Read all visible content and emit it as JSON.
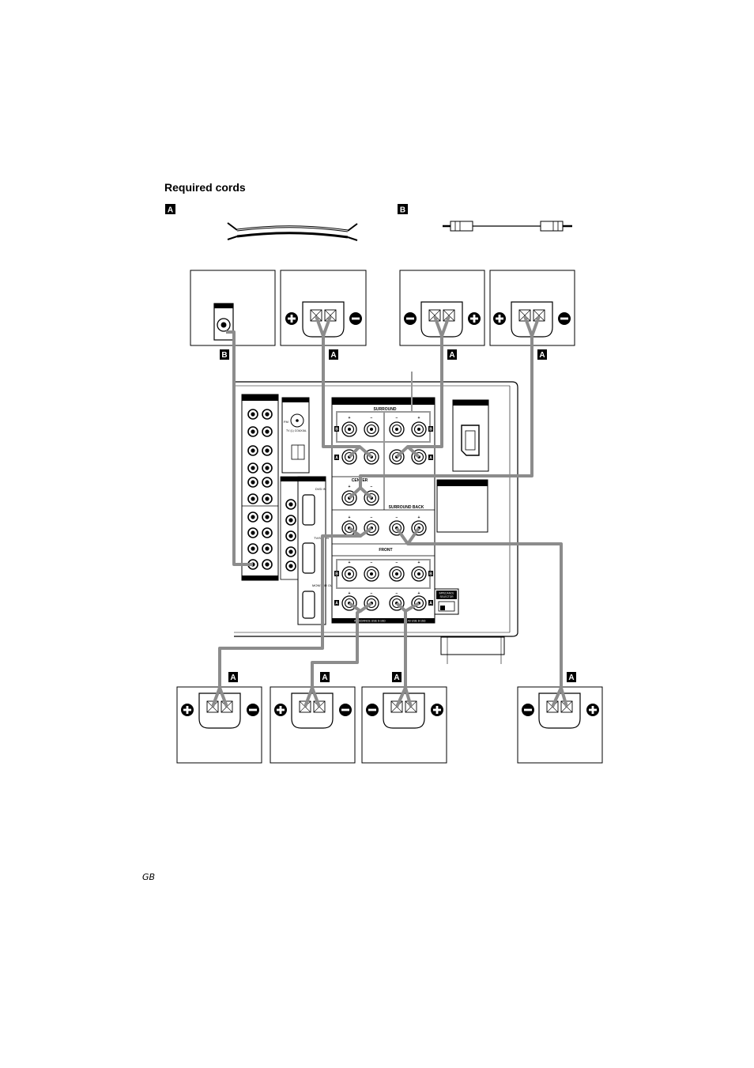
{
  "title": "Required cords",
  "footer": "GB",
  "cords": {
    "a_badge": "A",
    "b_badge": "B"
  },
  "badges": {
    "subwoofer": "B",
    "speaker": "A"
  },
  "receiver": {
    "surround": "SURROUND",
    "center": "CENTER",
    "surround_back": "SURROUND BACK",
    "front": "FRONT",
    "impedance_line1": "IMPEDANCE",
    "impedance_line2": "SELECTOR",
    "dvd_in": "DVD IN",
    "tv_sat_in": "TV/SAT IN",
    "monitor_out": "MONITOR OUT",
    "tv_coaxial": "TV (L) COAXIAL",
    "fm": "FM",
    "impedance_use": "IMPEDANCE USE 6-16Ω",
    "impedance_use_ab": "A+B USE 8-16Ω",
    "terminal_a": "A",
    "terminal_b": "B",
    "plus": "+",
    "minus": "−"
  }
}
